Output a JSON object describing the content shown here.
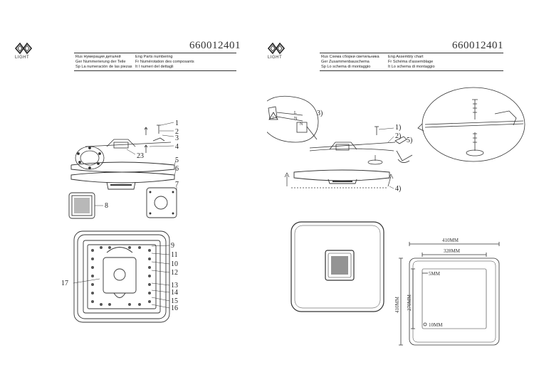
{
  "left_page": {
    "brand": "LIGHT",
    "code": "660012401",
    "title_lines": [
      [
        "Rus Нумерация деталей",
        "Eng Parts numbering"
      ],
      [
        "Ger Nummerierung der Teile",
        "Fr Numérotation des composants"
      ],
      [
        "Sp La numeración de las piezas",
        "It I numeri del dettagli"
      ]
    ],
    "part_numbers": [
      "1",
      "2",
      "3",
      "4",
      "5",
      "6",
      "7",
      "8",
      "9",
      "10",
      "11",
      "12",
      "13",
      "14",
      "15",
      "16",
      "17",
      "23"
    ]
  },
  "right_page": {
    "brand": "LIGHT",
    "code": "660012401",
    "title_lines": [
      [
        "Rus Схема сборки светильника",
        "Eng Assembly chart"
      ],
      [
        "Ger Zusammenbauschema",
        "Fr Schéma d'assemblage"
      ],
      [
        "Sp Lo schema di montaggio",
        "It Lo schema di montaggio"
      ]
    ],
    "steps": [
      "1)",
      "2)",
      "3)",
      "4)",
      "5)"
    ],
    "wire_labels": [
      "L",
      "N",
      "N"
    ],
    "dimensions": [
      "410MM",
      "328MM",
      "410MM",
      "270MM",
      "5MM",
      "10MM"
    ]
  }
}
